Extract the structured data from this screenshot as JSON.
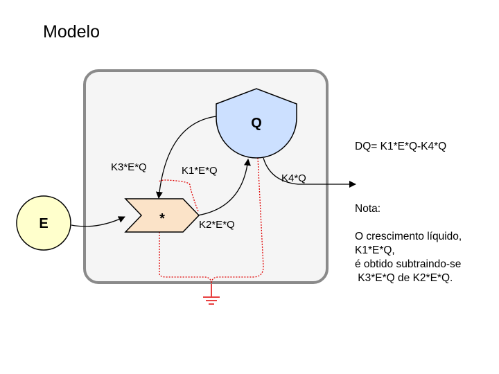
{
  "title": "Modelo",
  "nodes": {
    "E": "E",
    "Q": "Q",
    "multiplier": "*"
  },
  "flows": {
    "k3": "K3*E*Q",
    "k1": "K1*E*Q",
    "k2": "K2*E*Q",
    "k4": "K4*Q"
  },
  "equation": "DQ= K1*E*Q-K4*Q",
  "note": {
    "heading": "Nota:",
    "lines": [
      "O crescimento líquido,",
      "K1*E*Q,",
      "é obtido subtraindo-se",
      " K3*E*Q de K2*E*Q."
    ]
  },
  "colors": {
    "system_border": "#8a8a8a",
    "system_fill": "#f5f5f5",
    "E_fill": "#ffffcc",
    "Q_fill": "#cce0ff",
    "multiplier_fill": "#fbe3c8",
    "sink_line": "#e00000"
  }
}
